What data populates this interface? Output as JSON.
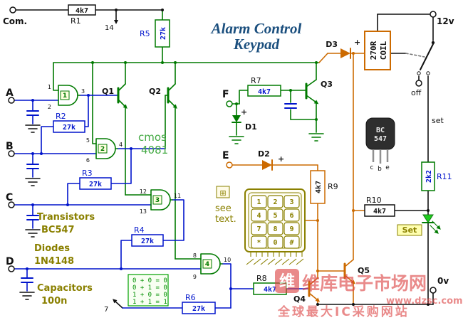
{
  "title": {
    "line1": "Alarm Control",
    "line2": "Keypad"
  },
  "terminals": {
    "com": "Com.",
    "v12": "12v",
    "v0": "0v",
    "a": "A",
    "b": "B",
    "c": "C",
    "d": "D",
    "e": "E",
    "f": "F",
    "off": "off",
    "set": "set"
  },
  "ic": {
    "pin14": "14",
    "pin7": "7",
    "gates": [
      {
        "num": "1",
        "in_top": "1",
        "in_bot": "2",
        "out": "3"
      },
      {
        "num": "2",
        "in_top": "5",
        "in_bot": "6",
        "out": "4"
      },
      {
        "num": "3",
        "in_top": "12",
        "in_bot": "13",
        "out": "11"
      },
      {
        "num": "4",
        "in_top": "8",
        "in_bot": "9",
        "out": "10"
      }
    ]
  },
  "resistors": {
    "r1": {
      "ref": "R1",
      "value": "4k7"
    },
    "r2": {
      "ref": "R2",
      "value": "27k"
    },
    "r3": {
      "ref": "R3",
      "value": "27k"
    },
    "r4": {
      "ref": "R4",
      "value": "27k"
    },
    "r5": {
      "ref": "R5",
      "value": "27k"
    },
    "r6": {
      "ref": "R6",
      "value": "27k"
    },
    "r7": {
      "ref": "R7",
      "value": "4k7"
    },
    "r8": {
      "ref": "R8",
      "value": "4k7"
    },
    "r9": {
      "ref": "R9",
      "value": "4k7"
    },
    "r10": {
      "ref": "R10",
      "value": "4k7"
    },
    "r11": {
      "ref": "R11",
      "value": "2k2"
    }
  },
  "relay": {
    "coil_line1": "270R",
    "coil_line2": "COIL"
  },
  "diodes": {
    "d1": "D1",
    "d2": "D2",
    "d3": "D3",
    "plus": "+"
  },
  "transistors": {
    "q1": "Q1",
    "q2": "Q2",
    "q3": "Q3",
    "q4": "Q4",
    "q5": "Q5"
  },
  "package": {
    "line1": "BC",
    "line2": "547",
    "pin_c": "c",
    "pin_b": "b",
    "pin_e": "e"
  },
  "led": {
    "set_label": "Set"
  },
  "keypad": {
    "keys": [
      "1",
      "2",
      "3",
      "4",
      "5",
      "6",
      "7",
      "8",
      "9",
      "*",
      "0",
      "#"
    ]
  },
  "notes": {
    "cmos_line1": "cmos",
    "cmos_line2": "4081",
    "transistors_line1": "Transistors",
    "transistors_line2": "BC547",
    "diodes_line1": "Diodes",
    "diodes_line2": "1N4148",
    "caps_line1": "Capacitors",
    "caps_line2": "100n",
    "see_line1": "see",
    "see_line2": "text.",
    "see_icon": "⊞"
  },
  "truth_table": {
    "rows": [
      "0 + 0 = 0",
      "0 + 1 = 0",
      "1 + 0 = 0",
      "1 + 1 = 1"
    ]
  },
  "watermark": {
    "logo": "维",
    "name": "维库电子市场网",
    "url": "www.dzsc.com",
    "tagline": "全球最大IC采购网站"
  },
  "colors": {
    "wire_green": "#007a00",
    "wire_blue": "#0014cc",
    "wire_orange": "#cc6a00",
    "annotation_olive": "#8a8000",
    "cmos_green": "#44aa44",
    "title_blue": "#1b4f7e",
    "watermark_red": "#dd4444"
  }
}
